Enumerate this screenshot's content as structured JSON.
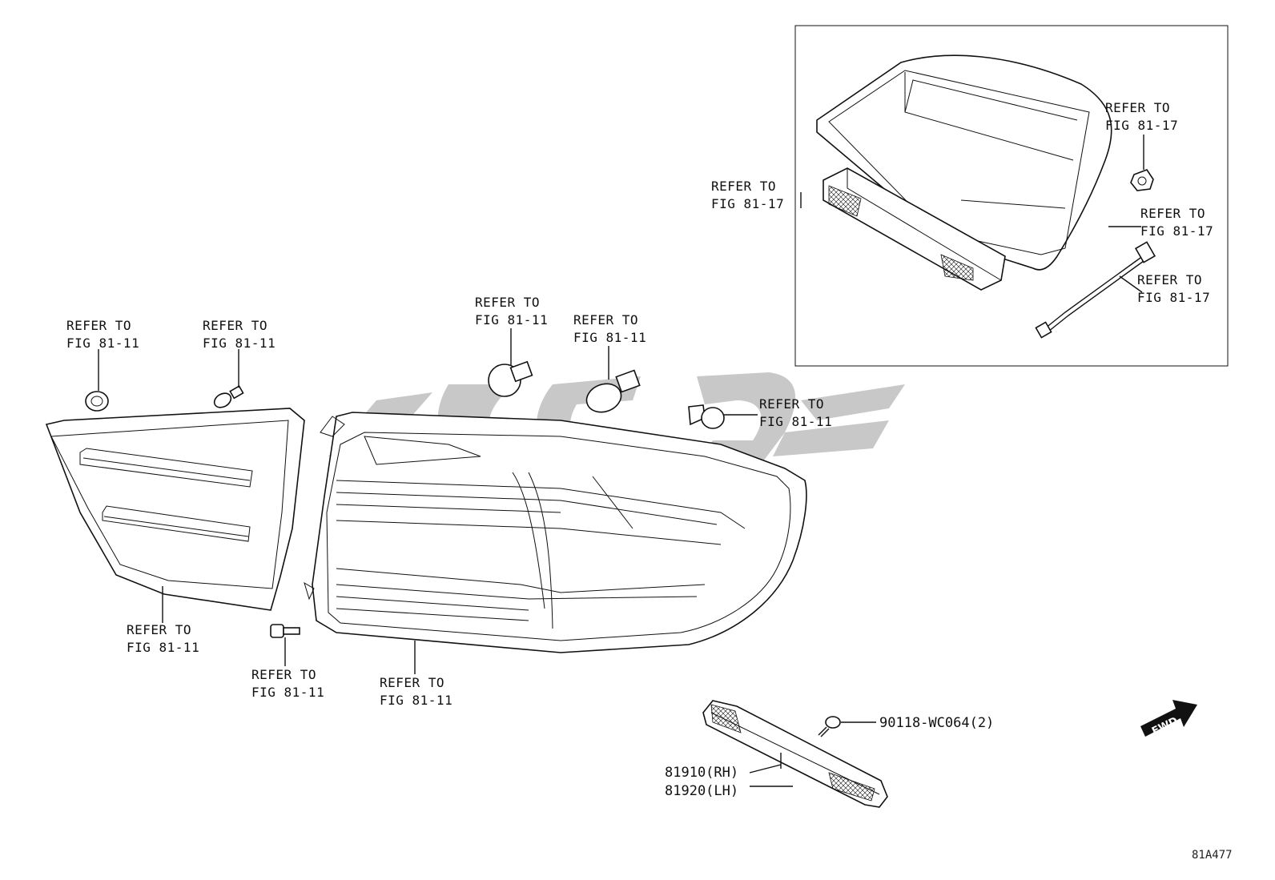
{
  "diagram": {
    "refer_to": "REFER TO",
    "fig_81_11": "FIG 81-11",
    "fig_81_17": "FIG 81-17",
    "part_screw": "90118-WC064(2)",
    "part_rh": "81910(RH)",
    "part_lh": "81920(LH)",
    "fwd": "FWD",
    "figure_code": "81A477"
  }
}
